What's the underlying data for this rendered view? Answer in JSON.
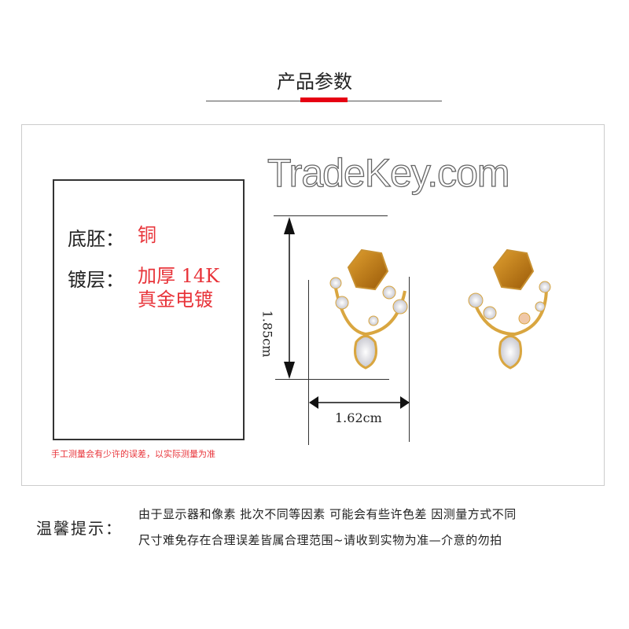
{
  "header": {
    "title": "产品参数",
    "accent_color": "#e60012"
  },
  "specs": {
    "base_label": "底胚：",
    "base_value": "铜",
    "plating_label": "镀层：",
    "plating_value_line1": "加厚 14K",
    "plating_value_line2": "真金电镀"
  },
  "measurements": {
    "height": "1.85cm",
    "width": "1.62cm"
  },
  "measure_note": "手工测量会有少许的误差，以实际测量为准",
  "watermark": "TradeKey.com",
  "tips": {
    "label": "温馨提示：",
    "line1": "由于显示器和像素 批次不同等因素 可能会有些许色差 因测量方式不同",
    "line2": "尺寸难免存在合理误差皆属合理范围~请收到实物为准—介意的勿拍"
  }
}
